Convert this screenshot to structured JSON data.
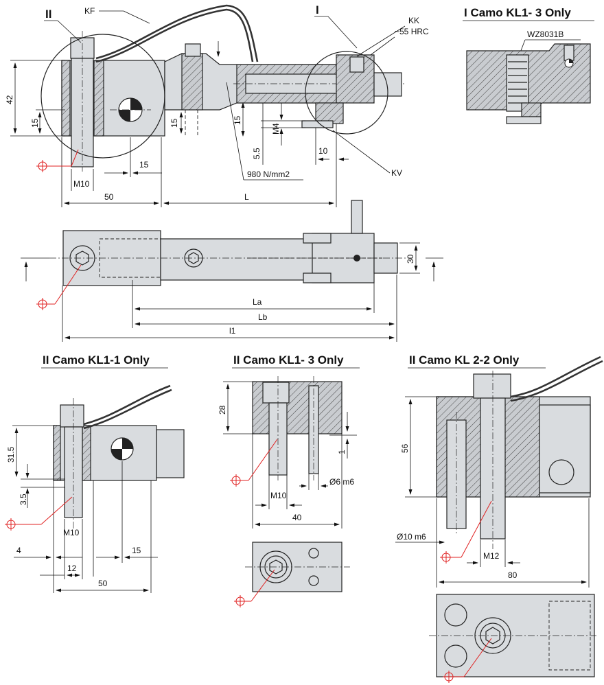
{
  "main_view": {
    "detail_ii": "II",
    "detail_i": "I",
    "label_kf": "KF",
    "label_kk": "KK",
    "label_hrc": "~55 HRC",
    "label_kv": "KV",
    "dim_42": "42",
    "dim_15_left": "15",
    "dim_15_mid": "15",
    "dim_15_center": "15",
    "dim_15_bottom": "15",
    "dim_m10": "M10",
    "dim_50": "50",
    "dim_l": "L",
    "dim_m4": "M4",
    "dim_5_5": "5.5",
    "dim_10": "10",
    "dim_strength": "980 N/mm2"
  },
  "plan_view": {
    "dim_30": "30",
    "dim_la": "La",
    "dim_lb": "Lb",
    "dim_l1": "l1"
  },
  "detail_i_view": {
    "title": "I Camo KL1- 3 Only",
    "part_code": "WZ8031B"
  },
  "detail_kl11": {
    "title": "II Camo KL1-1 Only",
    "dim_31_5": "31.5",
    "dim_3_5": "3.5",
    "dim_m10": "M10",
    "dim_4": "4",
    "dim_12": "12",
    "dim_15": "15",
    "dim_50": "50"
  },
  "detail_kl13": {
    "title": "II Camo KL1- 3 Only",
    "dim_28": "28",
    "dim_1": "1",
    "dim_m10": "M10",
    "dim_pin": "Ø6 m6",
    "dim_40": "40"
  },
  "detail_kl22": {
    "title": "II Camo KL 2-2 Only",
    "dim_56": "56",
    "dim_pin": "Ø10 m6",
    "dim_m12": "M12",
    "dim_80": "80"
  }
}
